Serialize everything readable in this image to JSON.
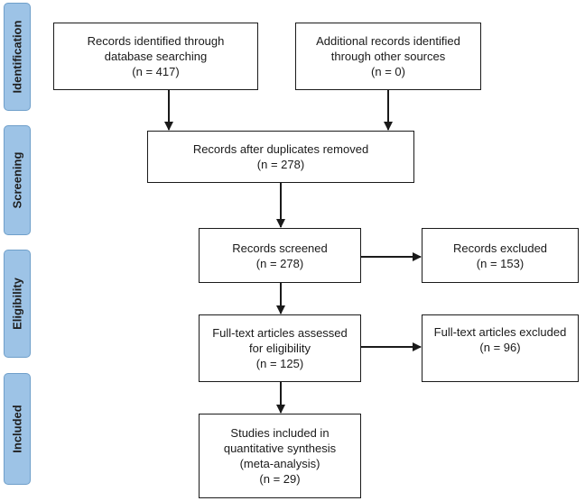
{
  "phases": {
    "identification": "Identification",
    "screening": "Screening",
    "eligibility": "Eligibility",
    "included": "Included"
  },
  "boxes": {
    "database": {
      "line1": "Records identified through",
      "line2": "database searching",
      "line3": "(n = 417)"
    },
    "other_sources": {
      "line1": "Additional records identified",
      "line2": "through other sources",
      "line3": "(n = 0)"
    },
    "duplicates_removed": {
      "line1": "Records after duplicates removed",
      "line2": "(n = 278)"
    },
    "screened": {
      "line1": "Records screened",
      "line2": "(n = 278)"
    },
    "excluded": {
      "line1": "Records excluded",
      "line2": "(n = 153)"
    },
    "fulltext_assessed": {
      "line1": "Full-text articles assessed",
      "line2": "for eligibility",
      "line3": "(n = 125)"
    },
    "fulltext_excluded": {
      "line1": "Full-text articles excluded",
      "line2": "(n = 96)"
    },
    "included_studies": {
      "line1": "Studies included in",
      "line2": "quantitative synthesis",
      "line3": "(meta-analysis)",
      "line4": "(n = 29)"
    }
  },
  "colors": {
    "phase_fill": "#9dc3e6",
    "phase_border": "#6f9fca",
    "line": "#1a1a1a"
  }
}
